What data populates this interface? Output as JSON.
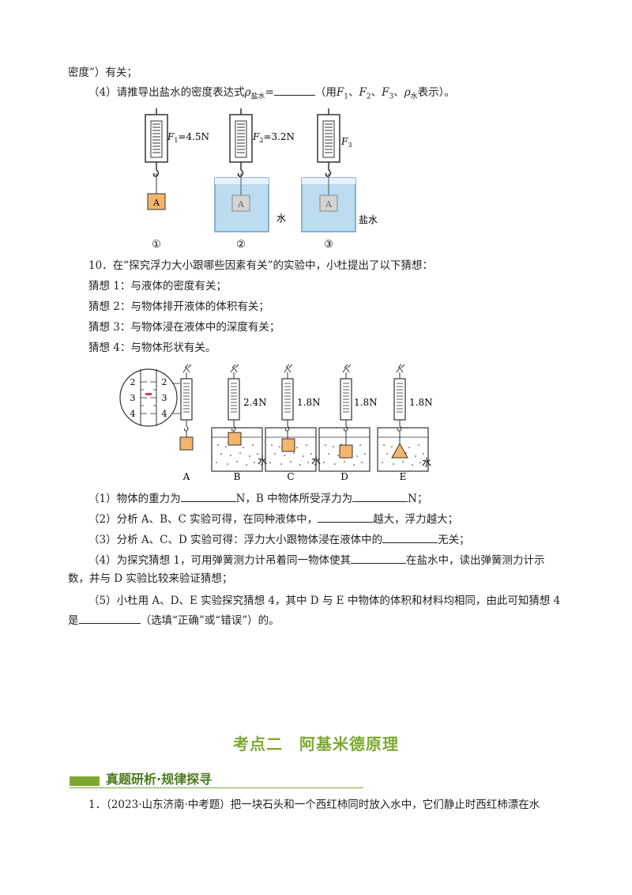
{
  "intro": {
    "l1": "密度”）有关；",
    "q4_prefix": "（4）请推导出盐水的密度表达式",
    "q4_rho": "ρ",
    "q4_rho_sub": "盐水",
    "q4_eq": "=",
    "q4_mid": "（用",
    "q4_F1": "F",
    "q4_F1s": "1",
    "q4_sep1": "、",
    "q4_F2": "F",
    "q4_F2s": "2",
    "q4_sep2": "、",
    "q4_F3": "F",
    "q4_F3s": "3",
    "q4_sep3": "、",
    "q4_rhow": "ρ",
    "q4_rhows": "水",
    "q4_end": "表示）。"
  },
  "figure1": {
    "f1_label": "F",
    "f1_sub": "1",
    "f1_val": "=4.5N",
    "f2_label": "F",
    "f2_sub": "2",
    "f2_val": "=3.2N",
    "f3_label": "F",
    "f3_sub": "3",
    "block_label": "A",
    "water": "水",
    "brine": "盐水",
    "n1": "①",
    "n2": "②",
    "n3": "③"
  },
  "q10": {
    "stem": "10．在“探究浮力大小跟哪些因素有关”的实验中，小杜提出了以下猜想：",
    "h1": "猜想 1：与液体的密度有关；",
    "h2": "猜想 2：与物体排开液体的体积有关；",
    "h3": "猜想 3：与物体浸在液体中的深度有关；",
    "h4": "猜想 4：与物体形状有关。"
  },
  "figure2": {
    "scale_marks": [
      "2",
      "3",
      "4"
    ],
    "readings": [
      "2.4N",
      "1.8N",
      "1.8N",
      "1.8N"
    ],
    "water": "水",
    "labels": [
      "A",
      "B",
      "C",
      "D",
      "E"
    ]
  },
  "answers": {
    "a1_pre": "（1）物体的重力为",
    "a1_mid": "N，B 中物体所受浮力为",
    "a1_end": "N；",
    "a2_pre": "（2）分析 A、B、C 实验可得，在同种液体中，",
    "a2_end": "越大，浮力越大；",
    "a3_pre": "（3）分析 A、C、D 实验可得：浮力大小跟物体浸在液体中的",
    "a3_end": "无关；",
    "a4_pre": "（4）为探究猜想 1，可用弹簧测力计吊着同一物体使其",
    "a4_end": "在盐水中，读出弹簧测力计示",
    "a4_l2": "数，并与 D 实验比较来验证猜想；",
    "a5_l1": "（5）小杜用 A、D、E 实验探究猜想 4，其中 D 与 E 中物体的体积和材料均相同，由此可知猜想 4",
    "a5_pre": "是",
    "a5_end": "（选填“正确”或“错误”）的。"
  },
  "section": {
    "title": "考点二　阿基米德原理",
    "banner": "真题研析·规律探寻"
  },
  "last": {
    "text": "1．（2023·山东济南·中考题）把一块石头和一个西红柿同时放入水中，它们静止时西红柿漂在水"
  },
  "colors": {
    "accent_green": "#7ea832",
    "block_orange": "#f4b56a",
    "water_blue": "#bcdcef"
  }
}
